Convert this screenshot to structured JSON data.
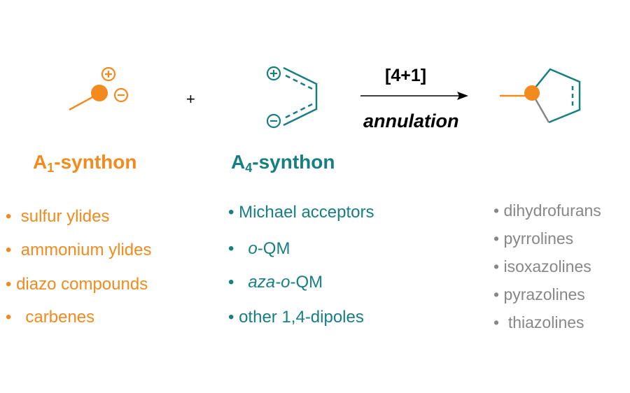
{
  "reaction": {
    "plus": "+",
    "arrow_top": "[4+1]",
    "arrow_bottom": "annulation"
  },
  "a1": {
    "title_main": "A",
    "title_sub": "1",
    "title_rest": "-synthon",
    "items": [
      "sulfur ylides",
      "ammonium ylides",
      "diazo compounds",
      "carbenes"
    ]
  },
  "a4": {
    "title_main": "A",
    "title_sub": "4",
    "title_rest": "-synthon",
    "items": [
      {
        "prefix": "",
        "italic": "",
        "rest": "Michael acceptors"
      },
      {
        "prefix": "",
        "italic": "o",
        "rest": "-QM"
      },
      {
        "prefix": "",
        "italic": "aza-o",
        "rest": "-QM"
      },
      {
        "prefix": "",
        "italic": "",
        "rest": "other 1,4-dipoles"
      }
    ]
  },
  "products": {
    "items": [
      "dihydrofurans",
      "pyrrolines",
      "isoxazolines",
      "pyrazolines",
      "thiazolines"
    ]
  },
  "colors": {
    "a1": "#f28a1e",
    "a4": "#177f82",
    "products": "#878787",
    "arrow": "#000000"
  },
  "bullet": "•"
}
